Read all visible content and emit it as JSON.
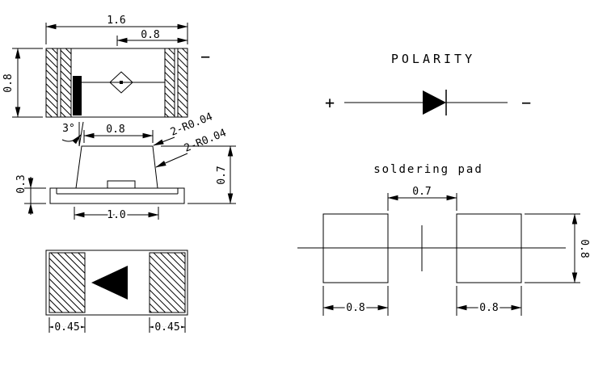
{
  "colors": {
    "line": "#000000",
    "background": "#ffffff"
  },
  "drawing": {
    "top_view": {
      "dim_total_width": "1.6",
      "dim_half_width": "0.8",
      "dim_height": "0.8",
      "minus_symbol": "−"
    },
    "side_view": {
      "angle_label": "3°",
      "dim_top_width": "0.8",
      "radius_callout_upper": "2-R0.04",
      "radius_callout_lower": "2-R0.04",
      "dim_height": "0.7",
      "dim_base_thickness": "0.3",
      "dim_bottom_width": "1.0"
    },
    "bottom_view": {
      "dim_left_terminal": "0.45",
      "dim_right_terminal": "0.45"
    },
    "polarity": {
      "title": "POLARITY",
      "plus_symbol": "+",
      "minus_symbol": "−"
    },
    "soldering_pad": {
      "title": "soldering pad",
      "dim_gap": "0.7",
      "dim_pad_height": "0.8",
      "dim_left_pad_width": "0.8",
      "dim_right_pad_width": "0.8"
    }
  }
}
